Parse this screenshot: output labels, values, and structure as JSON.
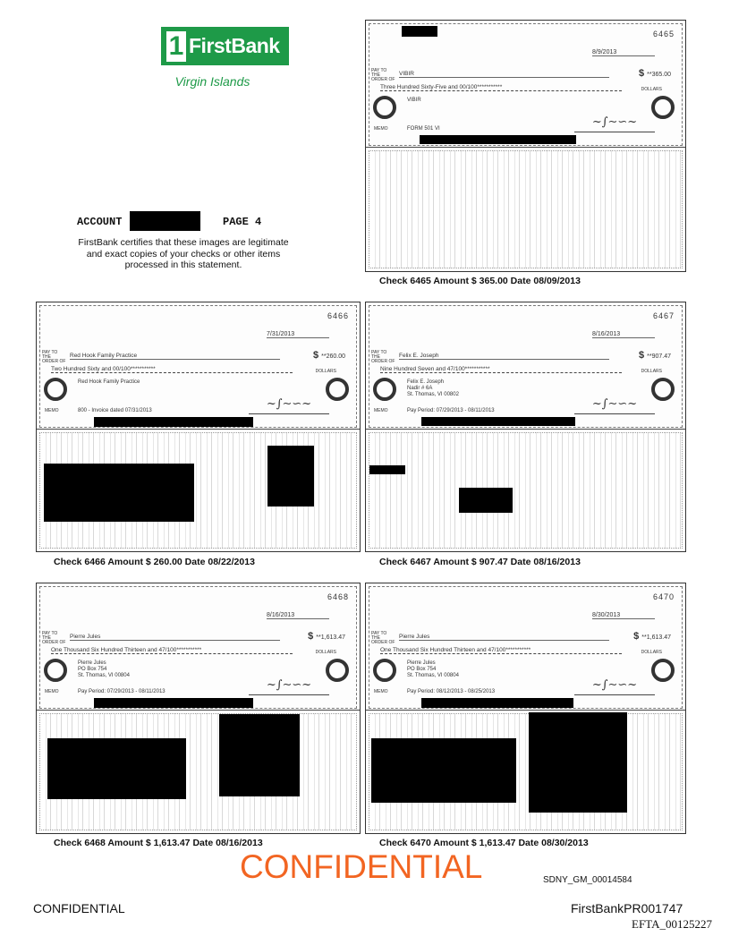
{
  "logo": {
    "brand": "FirstBank",
    "region": "Virgin Islands"
  },
  "header": {
    "account_label": "ACCOUNT",
    "page_label": "PAGE 4",
    "certification": "FirstBank certifies that these images are legitimate and exact copies of your checks or other items processed in this statement."
  },
  "check_labels": {
    "pay_to": "PAY TO THE ORDER OF",
    "dollars": "DOLLARS",
    "memo": "MEMO"
  },
  "checks": [
    {
      "number": "6465",
      "date": "8/9/2013",
      "payee": "VIBIR",
      "amount": "**365.00",
      "words": "Three Hundred Sixty-Five and 00/100***********",
      "address": [
        "VIBIR"
      ],
      "memo": "FORM 501 VI",
      "caption": "Check 6465  Amount $ 365.00  Date 08/09/2013"
    },
    {
      "number": "6466",
      "date": "7/31/2013",
      "payee": "Red Hook Family Practice",
      "amount": "**260.00",
      "words": "Two Hundred Sixty and 00/100***********",
      "address": [
        "Red Hook Family Practice"
      ],
      "memo": "800 - Invoice dated 07/31/2013",
      "caption": "Check 6466  Amount $ 260.00  Date 08/22/2013"
    },
    {
      "number": "6467",
      "date": "8/16/2013",
      "payee": "Felix E. Joseph",
      "amount": "**907.47",
      "words": "Nine Hundred Seven and 47/100***********",
      "address": [
        "Felix E. Joseph",
        "Nadir # 6A",
        "St. Thomas, VI 00802"
      ],
      "memo": "Pay Period: 07/29/2013 - 08/11/2013",
      "caption": "Check 6467  Amount $ 907.47  Date 08/16/2013"
    },
    {
      "number": "6468",
      "date": "8/16/2013",
      "payee": "Pierre Jules",
      "amount": "**1,613.47",
      "words": "One Thousand Six Hundred Thirteen and 47/100***********",
      "address": [
        "Pierre Jules",
        "PO Box 754",
        "St. Thomas, VI 00804"
      ],
      "memo": "Pay Period: 07/29/2013 - 08/11/2013",
      "caption": "Check 6468  Amount $ 1,613.47  Date 08/16/2013"
    },
    {
      "number": "6470",
      "date": "8/30/2013",
      "payee": "Pierre Jules",
      "amount": "**1,613.47",
      "words": "One Thousand Six Hundred Thirteen and 47/100***********",
      "address": [
        "Pierre Jules",
        "PO Box 754",
        "St. Thomas, VI 00804"
      ],
      "memo": "Pay Period: 08/12/2013 - 08/25/2013",
      "caption": "Check 6470  Amount $ 1,613.47  Date 08/30/2013"
    }
  ],
  "footer": {
    "confidential_stamp": "CONFIDENTIAL",
    "sdny_id": "SDNY_GM_00014584",
    "confidential": "CONFIDENTIAL",
    "bates": "FirstBankPR001747",
    "efta": "EFTA_00125227"
  },
  "colors": {
    "brand_green": "#1e9a48",
    "stamp_orange": "#f26522"
  }
}
